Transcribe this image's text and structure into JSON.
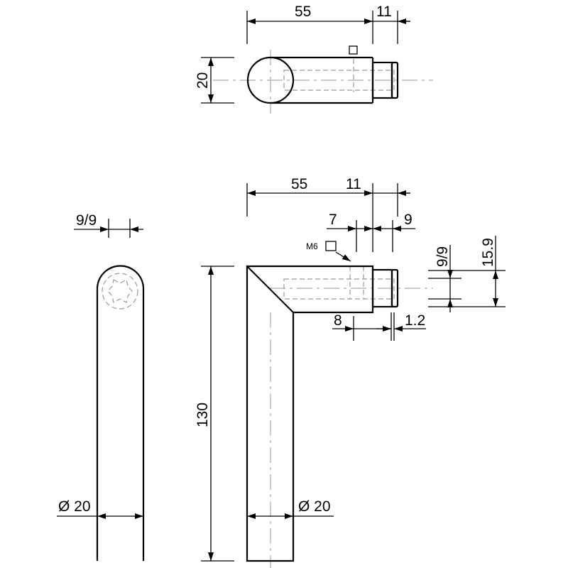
{
  "drawing": {
    "top_view": {
      "length": "55",
      "nub_length": "11",
      "diameter": "20"
    },
    "side_view": {
      "length": "55",
      "nub_length": "11",
      "screw_offset": "7",
      "nub_groove": "9",
      "thread_label": "M6",
      "hole_depth": "8",
      "groove_width": "1.2",
      "inner_diameter": "9/9",
      "nub_diameter": "15.9",
      "height": "130",
      "diameter": "Ø 20"
    },
    "end_view": {
      "square_drive": "9/9",
      "diameter": "Ø 20"
    }
  }
}
